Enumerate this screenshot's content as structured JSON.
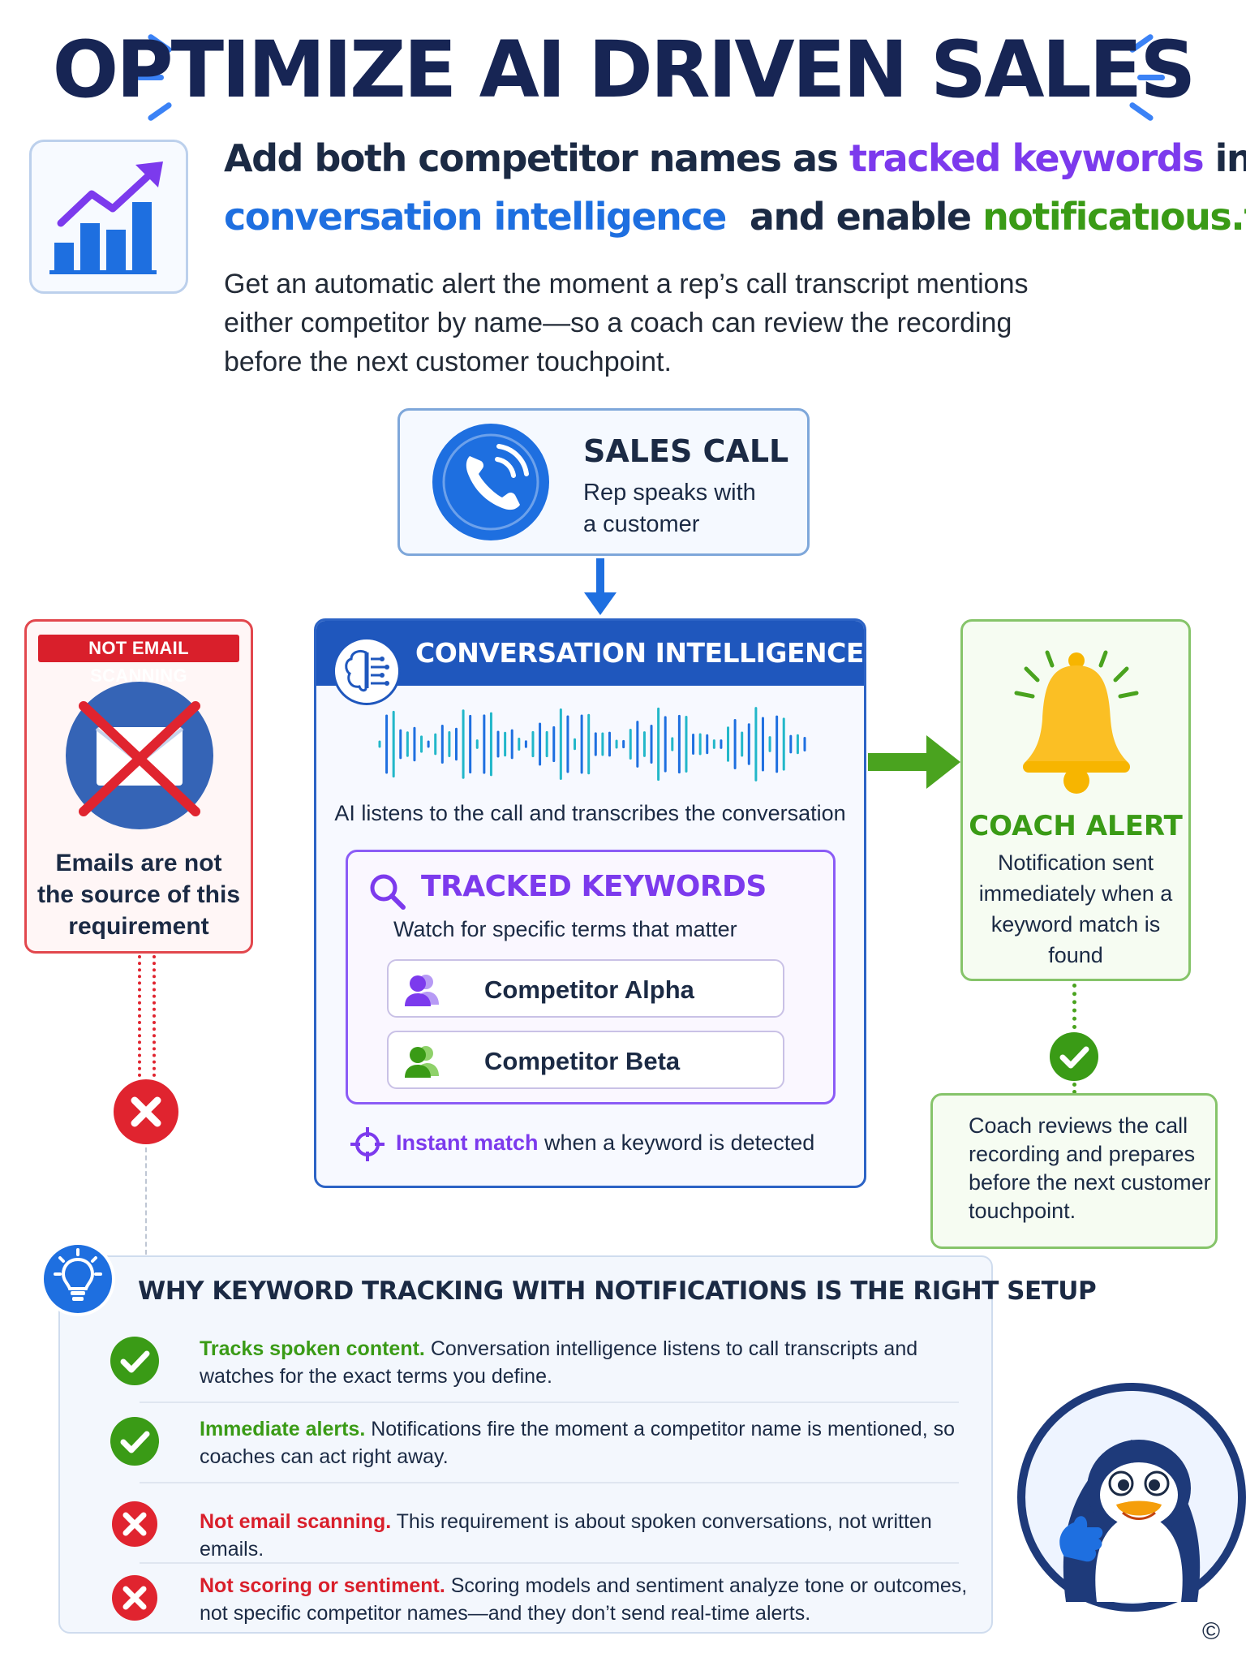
{
  "title": "OPTIMIZE AI DRIVEN SALES",
  "headline": {
    "part1": "Add both competitor names as ",
    "highlight1": "tracked keywords",
    "part2": " in",
    "highlight2": "conversation intelligence",
    "part3": "and enable ",
    "highlight3": "notificatıous.fes"
  },
  "intro": "Get an automatic alert the moment a rep’s call transcript mentions either competitor by name—so a coach can review the recording before the next customer touchpoint.",
  "sales_call": {
    "title": "SALES CALL",
    "line1": "Rep speaks with",
    "line2": "a customer"
  },
  "not_email": {
    "badge": "NOT EMAIL SCANNING",
    "text": "Emails are not the source of this requirement"
  },
  "engine": {
    "title": "CONVERSATION INTELLIGENCE ENGINE",
    "description": "AI listens to the call and transcribes the conversation",
    "keywords_title": "TRACKED KEYWORDS",
    "keywords_desc": "Watch for specific terms that matter",
    "keywords": [
      "Competitor Alpha",
      "Competitor Beta"
    ],
    "instant_lead": "Instant match",
    "instant_rest": " when a keyword is detected"
  },
  "coach_alert": {
    "title": "COACH ALERT",
    "text": "Notification sent immediately when a keyword match is found"
  },
  "coach_review": {
    "text": "Coach reviews the call recording and prepares before the next customer touchpoint."
  },
  "why": {
    "title": "WHY KEYWORD TRACKING WITH NOTIFICATIONS IS THE RIGHT SETUP",
    "rows": [
      {
        "lead": "Tracks spoken content.",
        "rest": " Conversation intelligence listens to call transcripts and watches for the exact terms you define."
      },
      {
        "lead": "Immediate alerts.",
        "rest": " Notifications fire the moment a competitor name is mentioned, so coaches can act right away."
      },
      {
        "lead": "Not email scanning.",
        "rest": " This requirement is about spoken conversations, not written emails."
      },
      {
        "lead": "Not scoring or sentiment.",
        "rest": " Scoring models and sentiment analyze tone or outcomes, not specific competitor names—and they don’t send real-time alerts."
      }
    ]
  },
  "copyright": "©",
  "colors": {
    "navy": "#172554",
    "blue": "#1e6fe0",
    "purple": "#7c3aed",
    "green": "#3a9b16",
    "red": "#d91f2b",
    "yellow": "#fbbf24"
  },
  "icons": [
    "bar-chart-icon",
    "phone-icon",
    "crossed-email-icon",
    "brain-icon",
    "waveform-icon",
    "search-icon",
    "user-icon",
    "target-icon",
    "bell-icon",
    "check-icon",
    "x-icon",
    "lightbulb-icon",
    "penguin-mascot"
  ]
}
